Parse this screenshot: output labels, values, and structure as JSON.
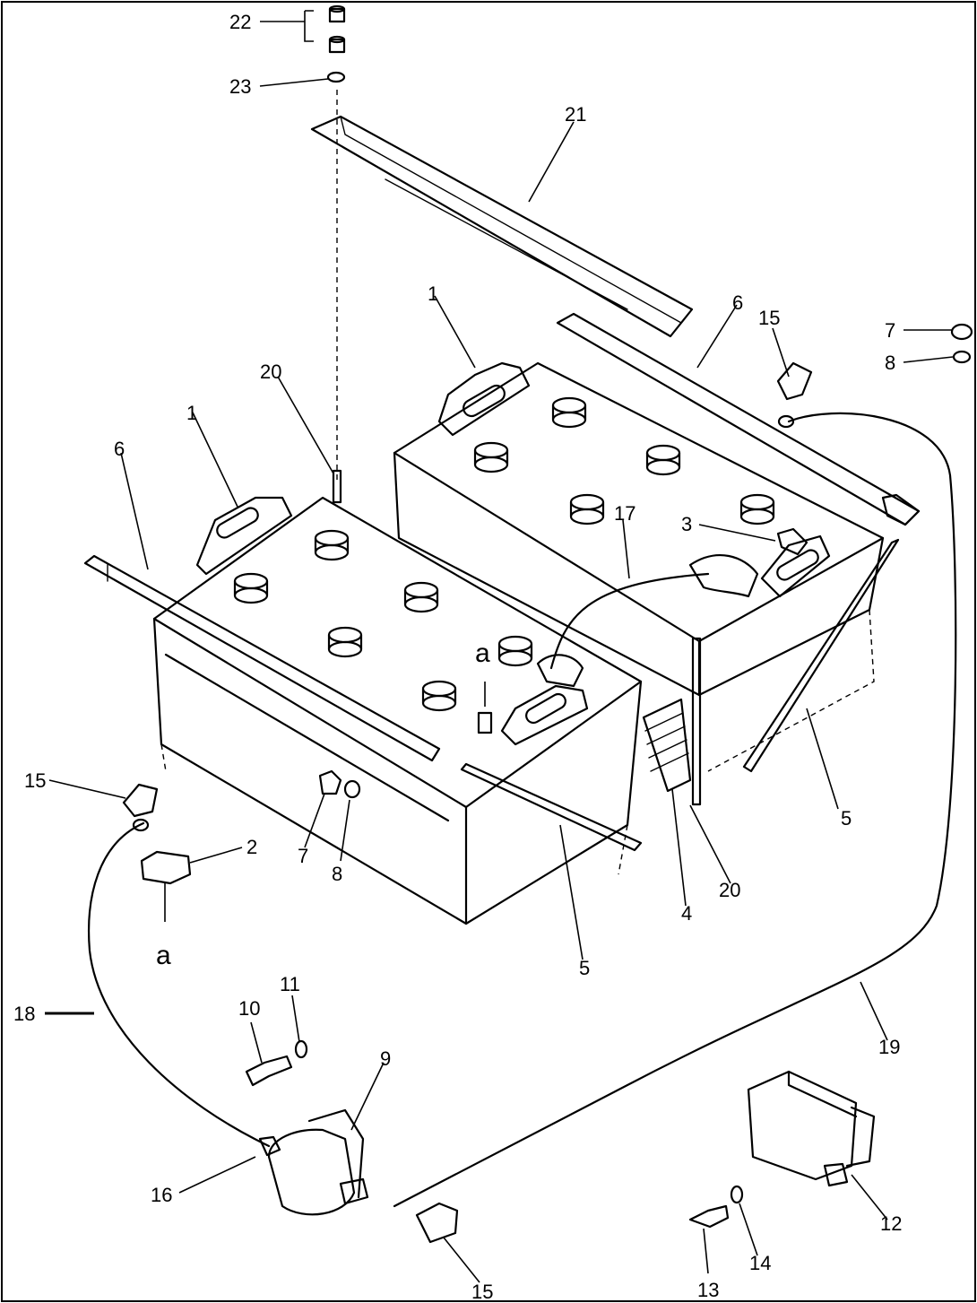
{
  "callouts": {
    "c22": "22",
    "c23": "23",
    "c21": "21",
    "c1a": "1",
    "c1b": "1",
    "c6a": "6",
    "c6b": "6",
    "c15a": "15",
    "c15b": "15",
    "c15c": "15",
    "c7a": "7",
    "c8a": "7",
    "c7b": "8",
    "c8b": "8",
    "c20a": "20",
    "c20b": "20",
    "c17": "17",
    "c3": "3",
    "c5a": "5",
    "c5b": "5",
    "c2": "2",
    "c4": "4",
    "c18": "18",
    "c19": "19",
    "c10": "10",
    "c11": "11",
    "c9": "9",
    "c16": "16",
    "c12": "12",
    "c13": "13",
    "c14": "14",
    "aTop": "a",
    "aBot": "a"
  }
}
